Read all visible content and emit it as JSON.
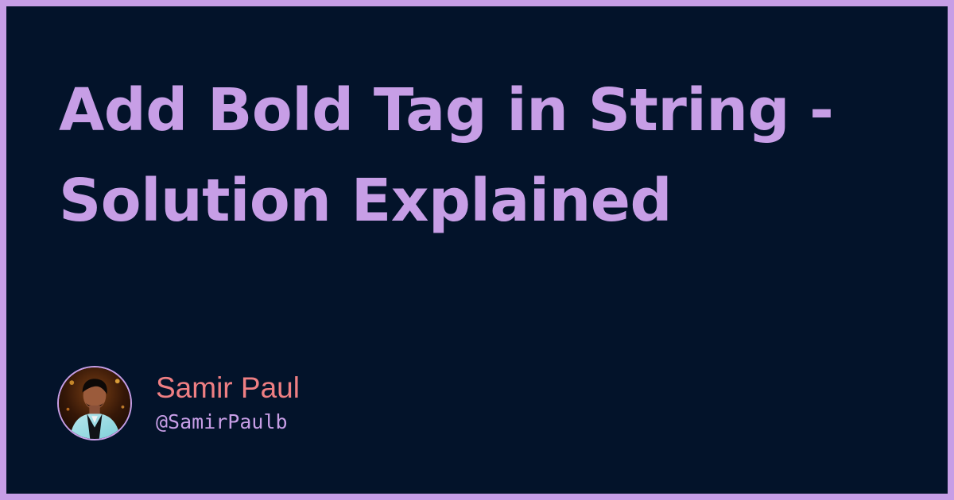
{
  "post": {
    "title_line1": "Add Bold Tag in String -",
    "title_line2": "Solution Explained"
  },
  "author": {
    "name": "Samir Paul",
    "handle": "@SamirPaulb",
    "avatar_icon": "person-avatar-icon"
  },
  "colors": {
    "background": "#03132a",
    "frame": "#c79ee6",
    "title": "#c79ee6",
    "author_name": "#ef7f83",
    "author_handle": "#c79ee6"
  }
}
